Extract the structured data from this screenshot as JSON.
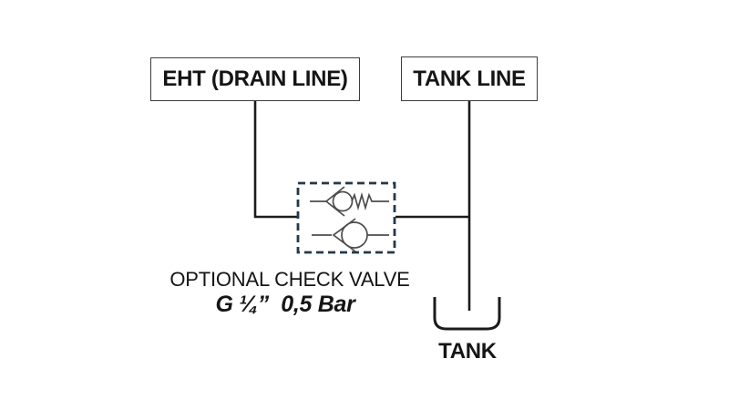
{
  "nodes": {
    "eht_box": {
      "label": "EHT (DRAIN LINE)"
    },
    "tank_line_box": {
      "label": "TANK LINE"
    },
    "tank": {
      "label": "TANK"
    }
  },
  "check_valve": {
    "caption": "OPTIONAL CHECK VALVE",
    "spec": "G ¼”  0,5 Bar",
    "symbols": [
      "spring-loaded-check-valve",
      "check-valve"
    ]
  },
  "colors": {
    "pipe_line": "#1b1b1b",
    "box_border": "#3d3d3d",
    "valve_symbol": "#4d4d4d",
    "dashed_outline": "#24384a",
    "text": "#151515",
    "background": "#ffffff"
  }
}
